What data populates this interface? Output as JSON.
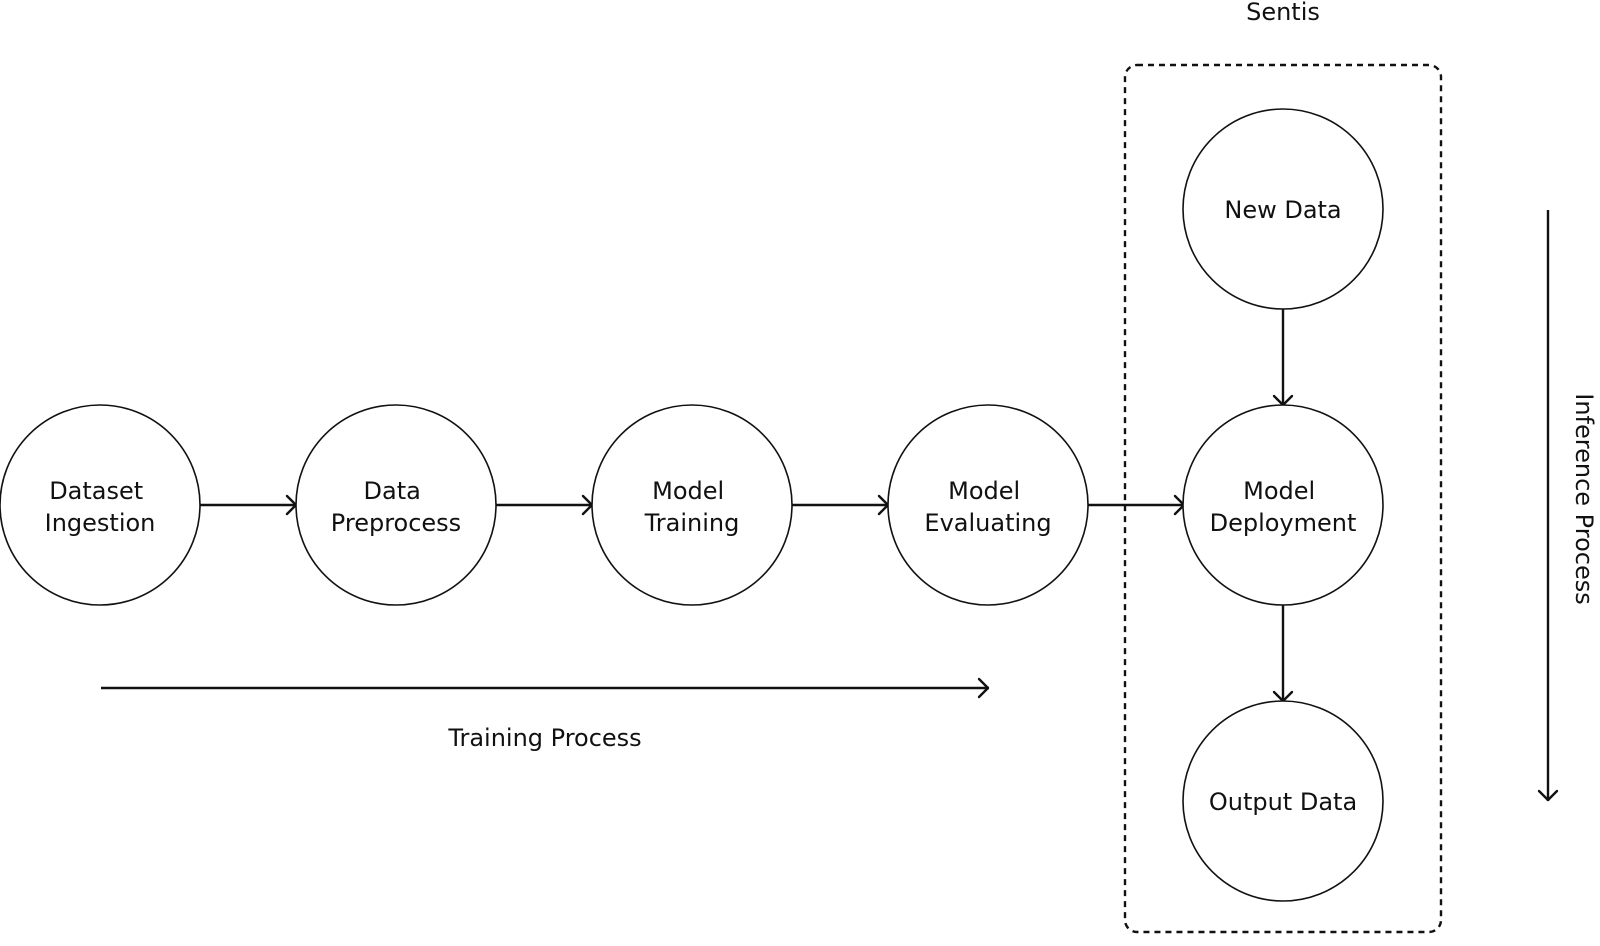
{
  "diagram": {
    "group": {
      "label": "Sentis"
    },
    "nodes": [
      {
        "id": "dataset-ingestion",
        "lines": [
          "Dataset",
          "Ingestion"
        ]
      },
      {
        "id": "data-preprocess",
        "lines": [
          "Data",
          "Preprocess"
        ]
      },
      {
        "id": "model-training",
        "lines": [
          "Model",
          "Training"
        ]
      },
      {
        "id": "model-evaluating",
        "lines": [
          "Model",
          "Evaluating"
        ]
      },
      {
        "id": "new-data",
        "lines": [
          "New Data"
        ]
      },
      {
        "id": "model-deployment",
        "lines": [
          "Model",
          "Deployment"
        ]
      },
      {
        "id": "output-data",
        "lines": [
          "Output Data"
        ]
      }
    ],
    "edges": [
      {
        "from": "dataset-ingestion",
        "to": "data-preprocess"
      },
      {
        "from": "data-preprocess",
        "to": "model-training"
      },
      {
        "from": "model-training",
        "to": "model-evaluating"
      },
      {
        "from": "model-evaluating",
        "to": "model-deployment"
      },
      {
        "from": "new-data",
        "to": "model-deployment"
      },
      {
        "from": "model-deployment",
        "to": "output-data"
      }
    ],
    "training_process": {
      "label": "Training Process"
    },
    "inference_process": {
      "label": "Inference Process"
    }
  }
}
